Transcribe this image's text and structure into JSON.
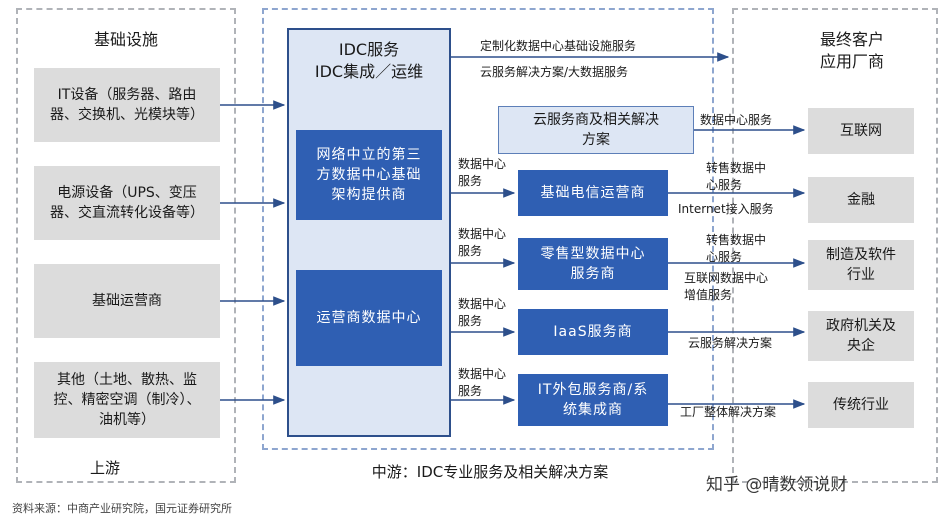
{
  "upstream": {
    "title": "基础设施",
    "items": [
      "IT设备（服务器、路由器、交换机、光模块等）",
      "电源设备（UPS、变压器、交直流转化设备等）",
      "基础运营商",
      "其他（土地、散热、监控、精密空调（制冷）、油机等）"
    ],
    "footer": "上游"
  },
  "midstream": {
    "idc_title_line1": "IDC服务",
    "idc_title_line2": "IDC集成／运维",
    "neutral_provider": "网络中立的第三方数据中心基础架构提供商",
    "operator_dc": "运营商数据中心",
    "cloud_provider": "云服务商及相关解决方案",
    "providers": [
      "基础电信运营商",
      "零售型数据中心服务商",
      "IaaS服务商",
      "IT外包服务商/系统集成商"
    ],
    "dc_service_label": "数据中心服务",
    "footer": "中游：IDC专业服务及相关解决方案"
  },
  "top_labels": {
    "custom": "定制化数据中心基础设施服务",
    "cloud_bigdata": "云服务解决方案/大数据服务"
  },
  "right_labels": {
    "dc_service": "数据中心服务",
    "resell_1": "转售数据中心服务",
    "internet_access": "Internet接入服务",
    "resell_2": "转售数据中心服务",
    "internet_dc_vas": "互联网数据中心增值服务",
    "cloud_solution": "云服务解决方案",
    "factory_solution": "工厂整体解决方案"
  },
  "downstream": {
    "title_line1": "最终客户",
    "title_line2": "应用厂商",
    "items": [
      "互联网",
      "金融",
      "制造及软件行业",
      "政府机关及央企",
      "传统行业"
    ]
  },
  "source": "资料来源：中商产业研究院，国元证券研究所",
  "watermark": "知乎 @晴数领说财"
}
